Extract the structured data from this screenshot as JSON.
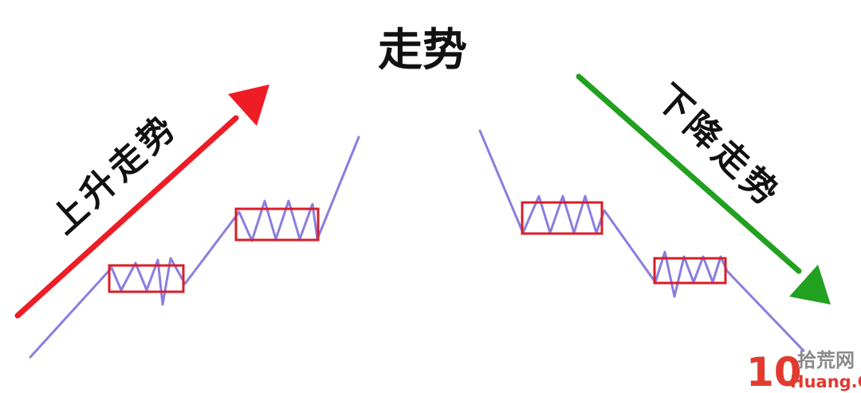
{
  "title": "走势",
  "uptrend_label": "上升走势",
  "downtrend_label": "下降走势",
  "watermark": {
    "number": "10",
    "name_cn": "拾荒网",
    "name_en": "Huang.CN"
  },
  "colors": {
    "up_arrow": "#ee1c24",
    "down_arrow": "#22a020",
    "price_line": "#8a7ee0",
    "consolidation_box": "#d81e28",
    "text": "#111111",
    "watermark": "#e23a2e"
  },
  "icons": [
    "up-arrow-icon",
    "down-arrow-icon",
    "watermark-logo-icon"
  ]
}
